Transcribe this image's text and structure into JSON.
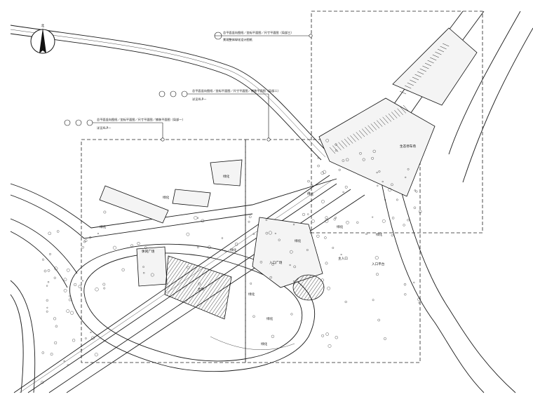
{
  "north_arrow": {
    "label": "北"
  },
  "callouts": [
    {
      "id": "c1",
      "title": "总平面竖向图纸／坐标平面图／尺寸平面图（局部三）",
      "sub": "景观整体绿化设计图纸"
    },
    {
      "id": "c2",
      "title": "总平面竖向图纸／坐标平面图／尺寸平面图／铺装平面图（局部二）",
      "sub": "详见XLP—"
    },
    {
      "id": "c3",
      "title": "总平面竖向图纸／坐标平面图／尺寸平面图／铺装平面图（局部一）",
      "sub": "详见XLP—"
    }
  ],
  "area_labels": [
    "绿化",
    "绿化",
    "绿化",
    "绿化",
    "绿化",
    "绿化",
    "绿化",
    "绿化",
    "绿化",
    "绿化",
    "绿化"
  ],
  "feature_labels": {
    "plaza": "入口广场",
    "entrance": "主入口",
    "entrance2": "入口平台",
    "parking": "生态停车场",
    "stair": "台阶",
    "court": "休闲广场"
  }
}
